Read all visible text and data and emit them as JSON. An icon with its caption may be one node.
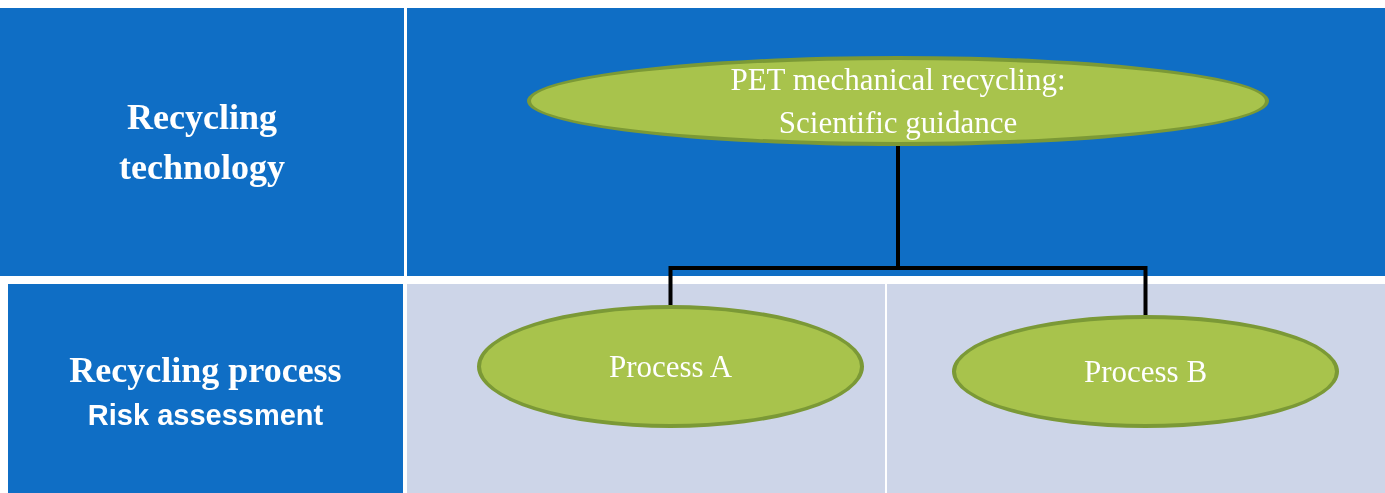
{
  "diagram": {
    "nodes": [
      {
        "text": [
          "Recycling technology"
        ]
      },
      {
        "text": [],
        "shape": "box"
      },
      {
        "text": [
          "PET mechanical recycling: Scientific guidance"
        ],
        "in": 1
      },
      {
        "text": [
          "Recycling process",
          "Risk assessment"
        ]
      },
      {
        "text": [],
        "shape": "box"
      },
      {
        "text": [
          "Process A"
        ],
        "in": 4
      },
      {
        "text": [],
        "shape": "box"
      },
      {
        "text": [
          "Process B"
        ],
        "in": 6
      }
    ],
    "edges": [
      {
        "from": 2,
        "to": 5,
        "arrow": "none"
      },
      {
        "from": 2,
        "to": 7,
        "arrow": "none"
      }
    ]
  }
}
